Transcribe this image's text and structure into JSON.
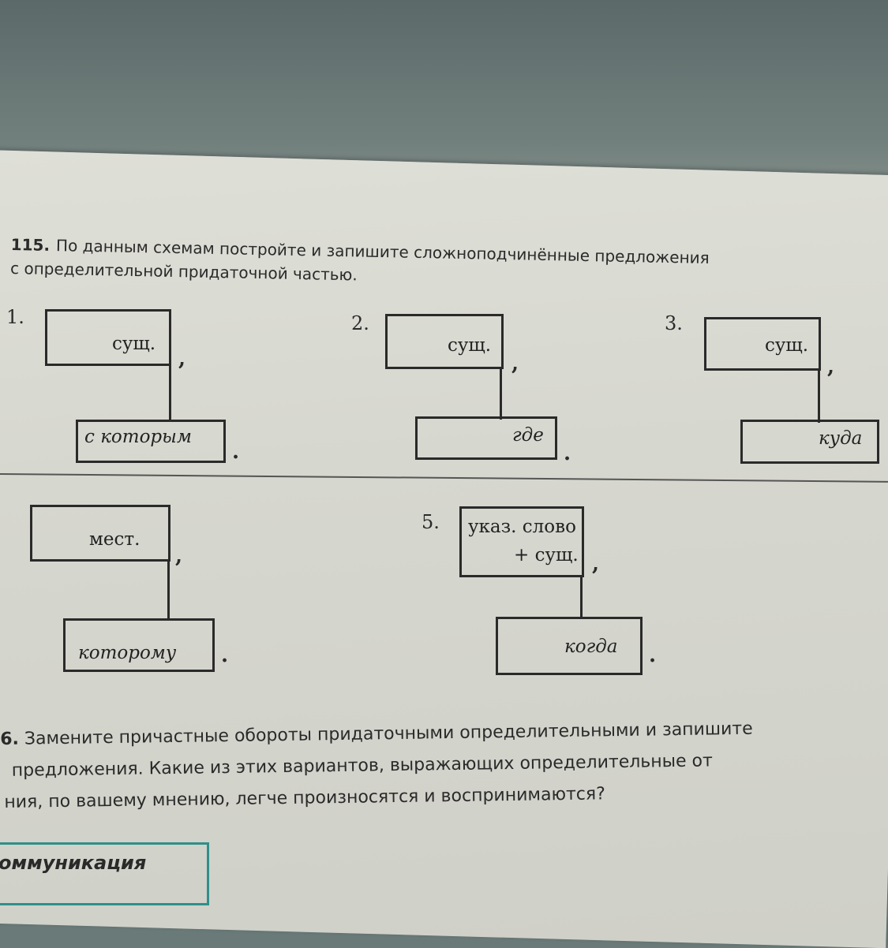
{
  "task_115": {
    "number": "115.",
    "text_line1": "По данным схемам постройте и запишите сложноподчинённые предложения",
    "text_line2": "с определительной придаточной частью."
  },
  "schemes": [
    {
      "num": "1.",
      "main": "сущ.",
      "sub": "с которым"
    },
    {
      "num": "2.",
      "main": "сущ.",
      "sub": "где"
    },
    {
      "num": "3.",
      "main": "сущ.",
      "sub": "куда"
    },
    {
      "num": "",
      "main": "мест.",
      "sub": "которому"
    },
    {
      "num": "5.",
      "main_line1": "указ. слово",
      "main_line2": "+ сущ.",
      "sub": "когда"
    }
  ],
  "punct": {
    "comma": ",",
    "dot": "."
  },
  "task_116": {
    "number": "6.",
    "line1": "Замените причастные обороты придаточными определительными и запишите",
    "line2": "предложения. Какие из этих вариантов, выражающих определительные от",
    "line3": "ния, по вашему мнению, легче произносятся и воспринимаются?"
  },
  "section_label": "оммуникация"
}
